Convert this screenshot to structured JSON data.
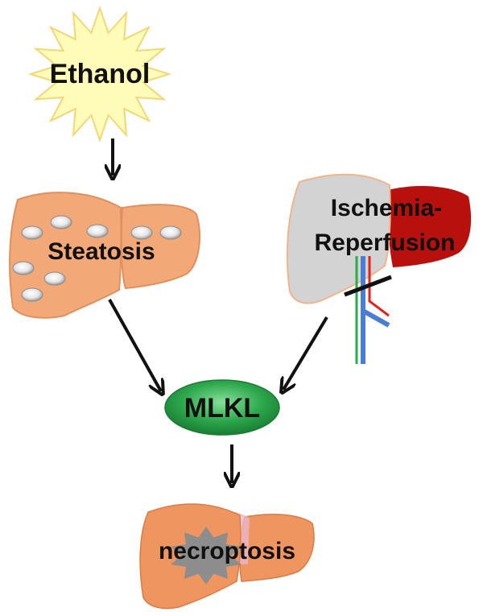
{
  "nodes": {
    "ethanol": {
      "label": "Ethanol"
    },
    "steatosis": {
      "label": "Steatosis"
    },
    "ischemia": {
      "line1": "Ischemia-",
      "line2": "Reperfusion"
    },
    "mlkl": {
      "label": "MLKL"
    },
    "necroptosis": {
      "label": "necroptosis"
    }
  },
  "colors": {
    "starburst_fill": "#fffbb8",
    "starburst_stroke": "#f2d777",
    "liver_fill": "#f3a878",
    "liver_stroke": "#e0905f",
    "ischemic_liver_fill": "#d3d3d3",
    "reperfused_lobe_fill": "#b8110d",
    "mlkl_fill": "#2ca64b",
    "necrotic_spot_fill": "#8d8d8d",
    "arrow": "#111111"
  }
}
